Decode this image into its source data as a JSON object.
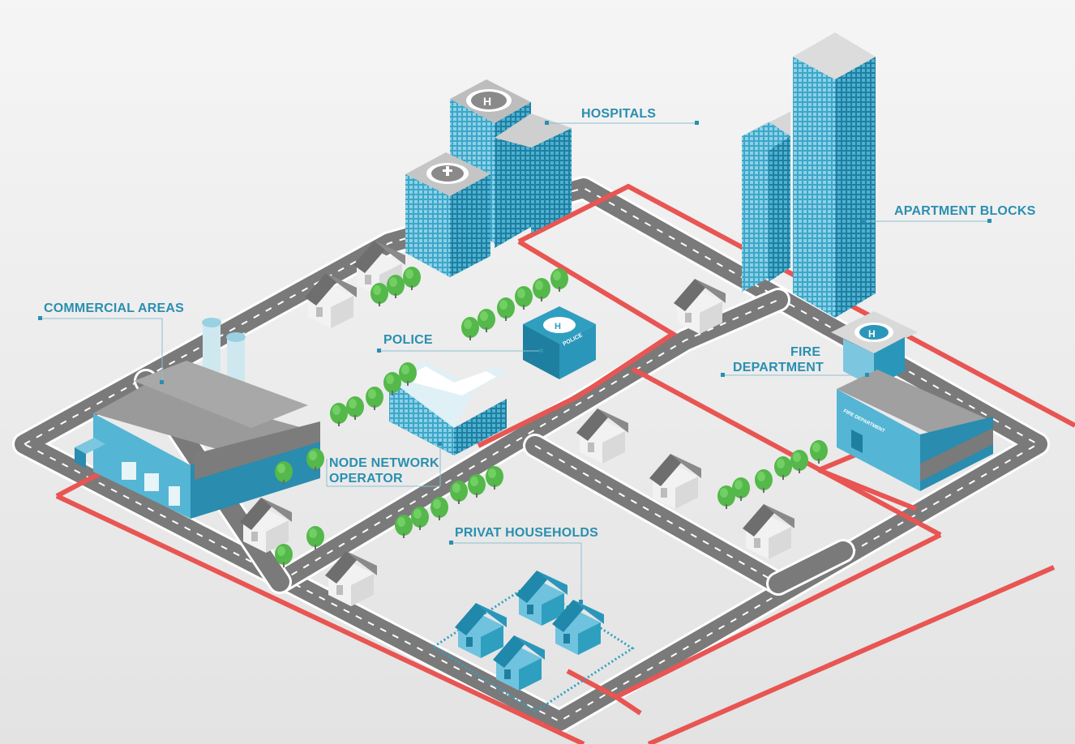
{
  "labels": {
    "hospitals": "HOSPITALS",
    "apartment_blocks": "APARTMENT BLOCKS",
    "commercial_areas": "COMMERCIAL AREAS",
    "police": "POLICE",
    "fire_department_line1": "FIRE",
    "fire_department_line2": "DEPARTMENT",
    "node_network_operator_line1": "NODE NETWORK",
    "node_network_operator_line2": "OPERATOR",
    "privat_households": "PRIVAT HOUSEHOLDS"
  },
  "building_signs": {
    "police_sign": "POLICE",
    "fire_sign": "FIRE DEPARTMENT",
    "heliport_letter": "H"
  },
  "colors": {
    "background": "#ececec",
    "road": "#7a7a7a",
    "cable": "#e85552",
    "label": "#2a8fb0",
    "building_blue": "#2f9fc0",
    "tree_green": "#54b84a",
    "house_roof": "#6e6e6e"
  }
}
